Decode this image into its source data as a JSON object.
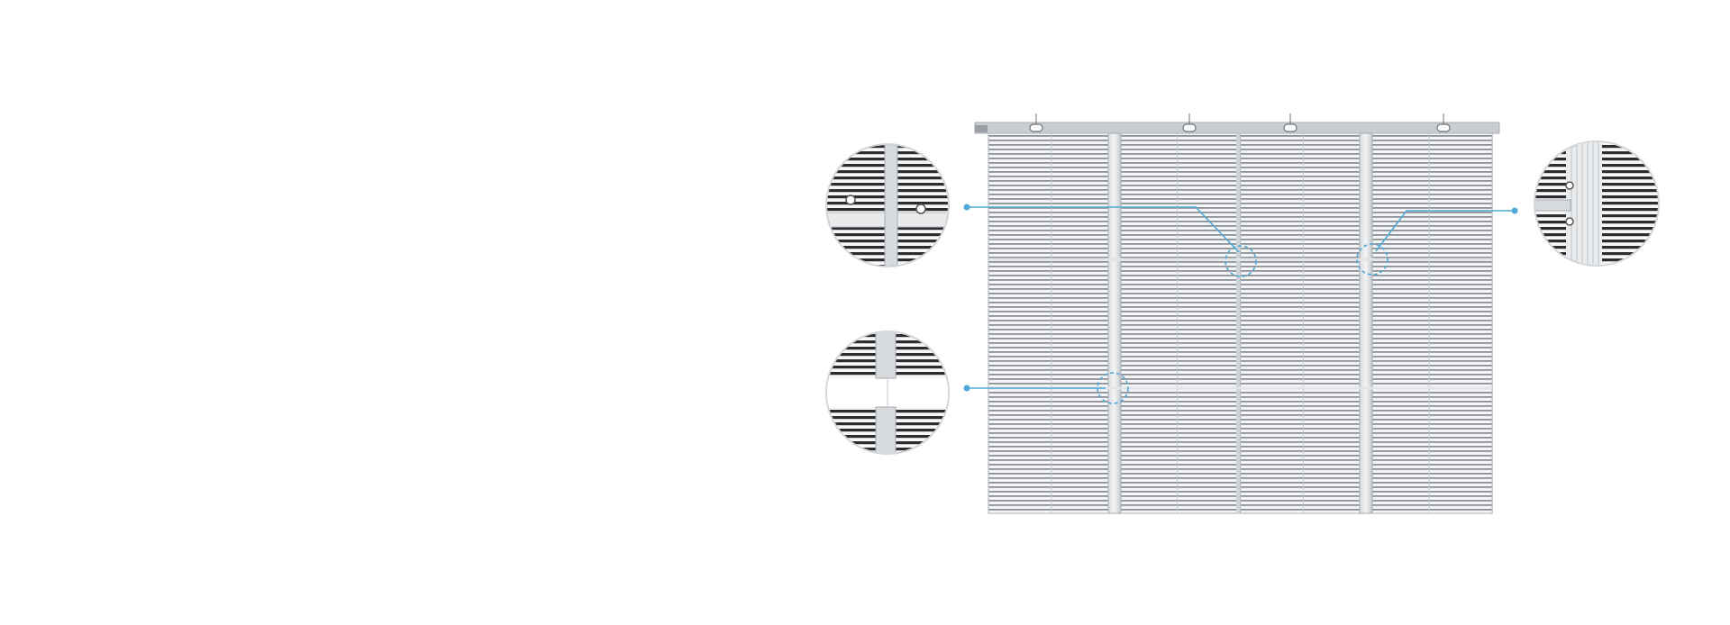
{
  "scene": {
    "background": "#ffffff",
    "accent_color": "#4ea8d8",
    "panel_frame_color": "#b8bcc0",
    "led_strip_color": "#8d9196",
    "bracket_color": "#c9cdd1"
  },
  "screen": {
    "columns": 4,
    "rows": 3
  },
  "callouts": [
    {
      "name": "top-left-magnifier-icon",
      "depicts": "panel-joint-connector"
    },
    {
      "name": "bottom-left-magnifier-icon",
      "depicts": "vertical-joint-gap"
    },
    {
      "name": "right-magnifier-icon",
      "depicts": "side-mount-connector"
    }
  ]
}
